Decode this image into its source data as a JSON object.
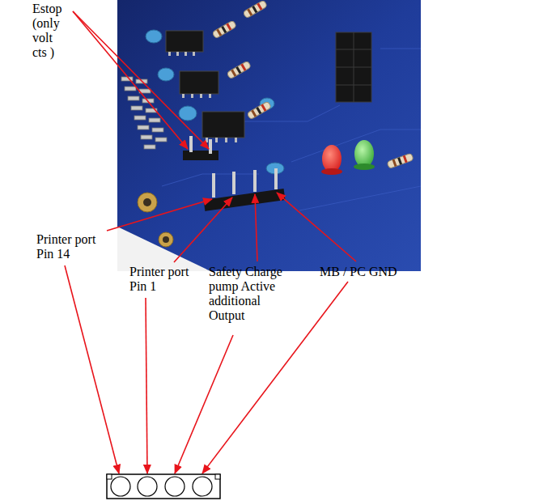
{
  "diagram": {
    "labels": [
      "Estop (only volt cts )",
      "Printer port Pin 14",
      "Printer port Pin 1",
      "Safety Charge pump Active additional Output",
      "MB / PC GND"
    ]
  }
}
